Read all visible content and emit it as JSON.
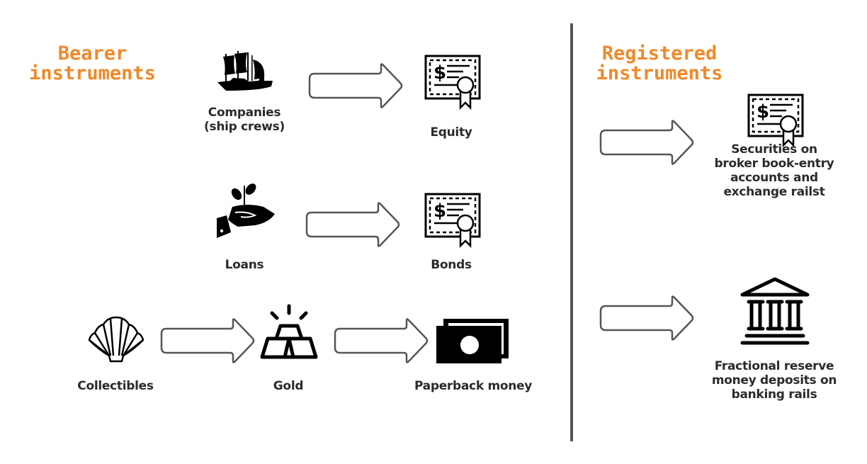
{
  "colors": {
    "heading": "#F0892A",
    "label": "#2b2b2b",
    "icon": "#000000",
    "arrow_stroke": "#555555",
    "divider": "#555555"
  },
  "sections": {
    "bearer": {
      "title": "Bearer\ninstruments"
    },
    "registered": {
      "title": "Registered\ninstruments"
    }
  },
  "nodes": {
    "companies": {
      "label": "Companies\n(ship crews)",
      "icon": "ship-icon"
    },
    "equity": {
      "label": "Equity",
      "icon": "certificate-icon"
    },
    "loans": {
      "label": "Loans",
      "icon": "hand-plant-icon"
    },
    "bonds": {
      "label": "Bonds",
      "icon": "certificate-icon"
    },
    "collectibles": {
      "label": "Collectibles",
      "icon": "seashell-icon"
    },
    "gold": {
      "label": "Gold",
      "icon": "gold-bars-icon"
    },
    "paperback_money": {
      "label": "Paperback money",
      "icon": "banknotes-icon"
    },
    "securities": {
      "label": "Securities on\nbroker book-entry\naccounts and\nexchange railst",
      "icon": "certificate-icon"
    },
    "deposits": {
      "label": "Fractional reserve\nmoney deposits on\nbanking rails",
      "icon": "bank-icon"
    }
  },
  "edges": [
    {
      "from": "companies",
      "to": "equity"
    },
    {
      "from": "loans",
      "to": "bonds"
    },
    {
      "from": "collectibles",
      "to": "gold"
    },
    {
      "from": "gold",
      "to": "paperback_money"
    },
    {
      "from": "bearer",
      "to": "securities"
    },
    {
      "from": "bearer",
      "to": "deposits"
    }
  ]
}
